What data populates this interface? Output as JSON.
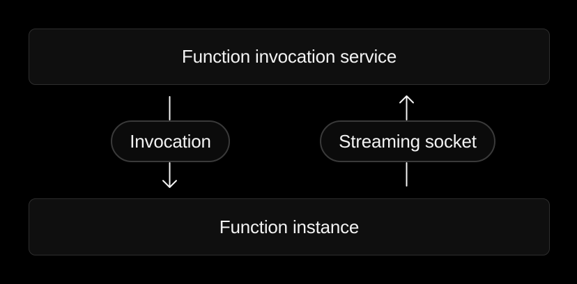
{
  "diagram": {
    "top_box": {
      "label": "Function invocation service"
    },
    "bottom_box": {
      "label": "Function instance"
    },
    "edges": [
      {
        "label": "Invocation",
        "direction": "down"
      },
      {
        "label": "Streaming socket",
        "direction": "up"
      }
    ],
    "colors": {
      "page_bg": "#000000",
      "box_fill": "#0f0f0f",
      "box_border": "#2e2e2e",
      "pill_fill": "#0b0b0b",
      "pill_border": "#3a3a3a",
      "arrow": "#f5f5f5",
      "text": "#f2f2f2"
    }
  }
}
